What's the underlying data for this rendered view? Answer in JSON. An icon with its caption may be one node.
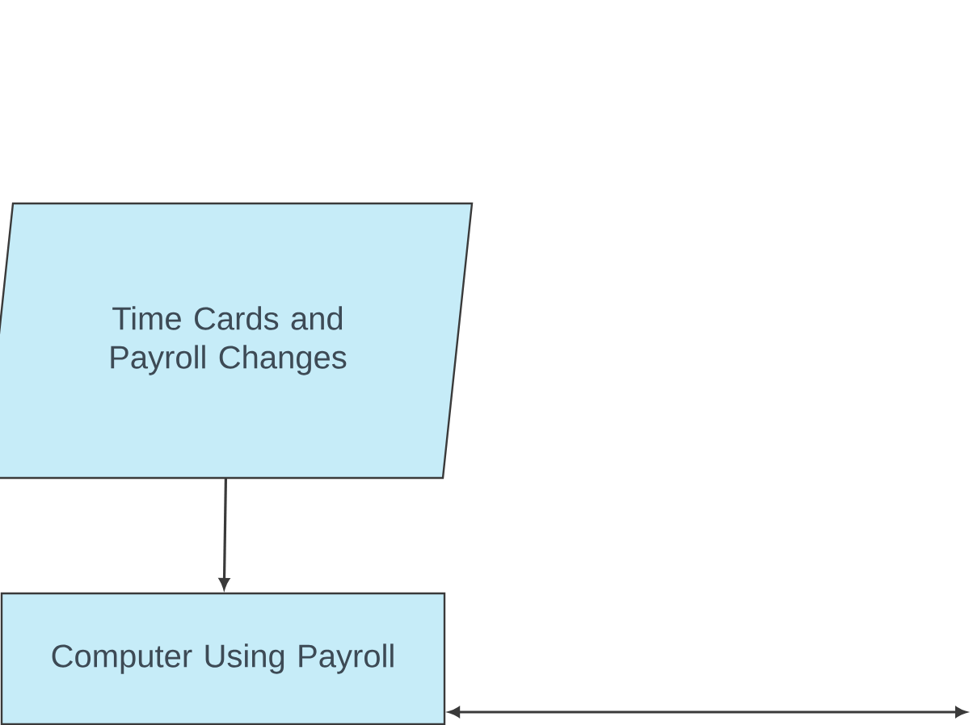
{
  "diagram": {
    "nodes": [
      {
        "text": [
          "Time Cards and Payroll Changes"
        ]
      },
      {
        "text": [
          "Computer Using Payroll"
        ]
      }
    ],
    "edges": [
      {
        "from": 0,
        "to": 1,
        "arrow": "to"
      },
      {
        "from": 1,
        "to": null,
        "arrow": "both"
      }
    ]
  }
}
